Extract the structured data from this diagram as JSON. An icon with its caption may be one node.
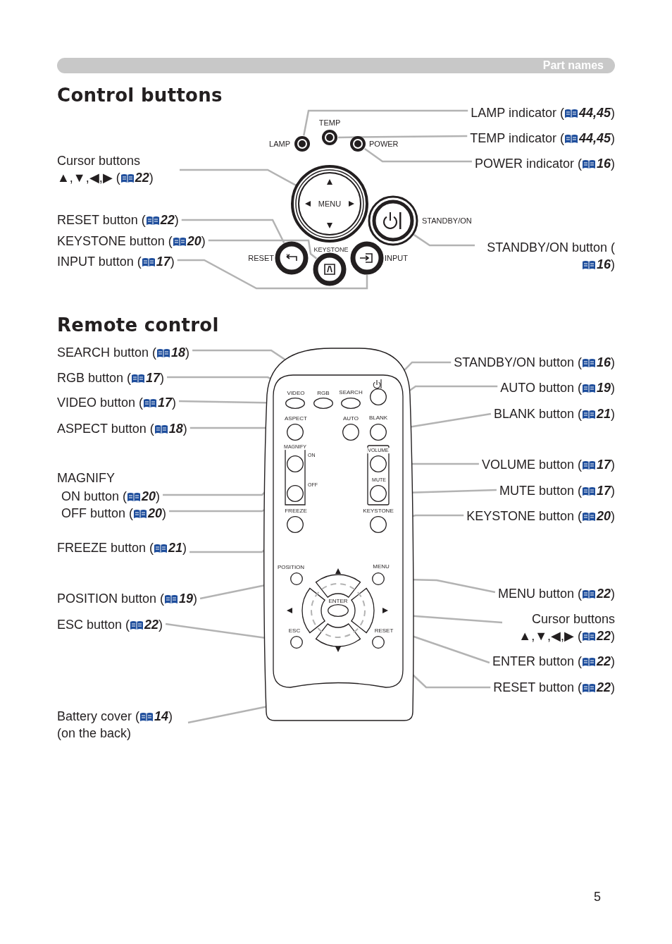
{
  "diagram": {
    "nodes": [
      {
        "text": [
          "Part names"
        ]
      },
      {
        "text": [
          "LAMP indicator (**44,45**)"
        ]
      },
      {
        "text": [
          "TEMP indicator (**44,45**)"
        ]
      },
      {
        "text": [
          "POWER indicator (**16**)"
        ]
      },
      {
        "text": [
          "Cursor buttons ▲,▼,◀,▶ (**22**)"
        ]
      },
      {
        "text": [
          "RESET button (**22**)"
        ]
      },
      {
        "text": [
          "KEYSTONE button (**20**)"
        ]
      },
      {
        "text": [
          "INPUT button (**17**)"
        ]
      },
      {
        "text": [
          "STANDBY/ON button (**16**)"
        ]
      },
      {
        "text": [],
        "shape": "circle"
      },
      {
        "text": [],
        "shape": "circle"
      },
      {
        "text": [],
        "shape": "circle"
      },
      {
        "text": [],
        "shape": "circle"
      },
      {
        "text": [],
        "shape": "circle"
      },
      {
        "text": [],
        "shape": "circle"
      },
      {
        "text": [],
        "shape": "circle"
      },
      {
        "text": [],
        "shape": "circle"
      },
      {
        "text": [
          "SEARCH button (**18**)"
        ]
      },
      {
        "text": [
          "RGB button (**17**)"
        ]
      },
      {
        "text": [
          "VIDEO button (**17**)"
        ]
      },
      {
        "text": [
          "ASPECT button (**18**)"
        ]
      },
      {
        "text": [
          "ON button (**20**)"
        ]
      },
      {
        "text": [
          "OFF button (**20**)"
        ]
      },
      {
        "text": [
          "FREEZE button (**21**)"
        ]
      },
      {
        "text": [
          "POSITION button (**19**)"
        ]
      },
      {
        "text": [
          "ESC button (**22**)"
        ]
      },
      {
        "text": [
          "Battery cover (**14**) (on the back)"
        ]
      },
      {
        "text": [
          "STANDBY/ON button (**16**)"
        ]
      },
      {
        "text": [
          "AUTO button (**19**)"
        ]
      },
      {
        "text": [
          "BLANK button (**21**)"
        ]
      },
      {
        "text": [
          "VOLUME button (**17**)"
        ]
      },
      {
        "text": [
          "MUTE button (**17**)"
        ]
      },
      {
        "text": [
          "KEYSTONE button (**20**)"
        ]
      },
      {
        "text": [
          "MENU button (**22**)"
        ]
      },
      {
        "text": [
          "Cursor buttons ▲,▼,◀,▶ (**22**)"
        ]
      },
      {
        "text": [
          "ENTER button (**22**)"
        ]
      },
      {
        "text": [
          "RESET button (**22**)"
        ]
      },
      {
        "text": [],
        "shape": "box"
      },
      {
        "text": [],
        "shape": "oval",
        "in": 37
      },
      {
        "text": [],
        "shape": "oval",
        "in": 37
      },
      {
        "text": [],
        "shape": "oval",
        "in": 37
      },
      {
        "text": [],
        "shape": "circle",
        "in": 37
      },
      {
        "text": [],
        "shape": "circle",
        "in": 37
      },
      {
        "text": [],
        "shape": "circle",
        "in": 37
      },
      {
        "text": [],
        "shape": "circle",
        "in": 37
      },
      {
        "text": [],
        "shape": "circle",
        "in": 37
      },
      {
        "text": [],
        "shape": "circle",
        "in": 37
      },
      {
        "text": [],
        "shape": "circle",
        "in": 37
      },
      {
        "text": [],
        "shape": "circle",
        "in": 37
      },
      {
        "text": [],
        "shape": "circle",
        "in": 37
      },
      {
        "text": [],
        "shape": "circle",
        "in": 37
      },
      {
        "text": [],
        "shape": "circle",
        "in": 37
      },
      {
        "text": [],
        "shape": "circle",
        "in": 37
      },
      {
        "text": [],
        "shape": "circle",
        "in": 37
      },
      {
        "text": [],
        "shape": "oval",
        "in": 53
      },
      {
        "text": [],
        "shape": "circle",
        "in": 37
      },
      {
        "text": [],
        "shape": "circle",
        "in": 37
      }
    ],
    "edges": [
      {
        "from": 1,
        "to": 9,
        "arrow": "none"
      },
      {
        "from": 2,
        "to": 10,
        "arrow": "none"
      },
      {
        "from": 3,
        "to": 11,
        "arrow": "none"
      },
      {
        "from": 4,
        "to": 12,
        "arrow": "none"
      },
      {
        "from": 5,
        "to": 13,
        "arrow": "none"
      },
      {
        "from": 6,
        "to": 14,
        "arrow": "none"
      },
      {
        "from": 7,
        "to": 15,
        "arrow": "none"
      },
      {
        "from": 8,
        "to": 16,
        "arrow": "none"
      },
      {
        "from": 17,
        "to": 40,
        "arrow": "none"
      },
      {
        "from": 18,
        "to": 39,
        "arrow": "none"
      },
      {
        "from": 19,
        "to": 38,
        "arrow": "none"
      },
      {
        "from": 20,
        "to": 42,
        "arrow": "none"
      },
      {
        "from": 21,
        "to": 45,
        "arrow": "none"
      },
      {
        "from": 22,
        "to": 46,
        "arrow": "none"
      },
      {
        "from": 23,
        "to": 49,
        "arrow": "none"
      },
      {
        "from": 24,
        "to": 51,
        "arrow": "none"
      },
      {
        "from": 25,
        "to": 55,
        "arrow": "none"
      },
      {
        "from": 26,
        "to": null,
        "arrow": "none",
        "style": "dashed"
      },
      {
        "from": 27,
        "to": 41,
        "arrow": "none"
      },
      {
        "from": 28,
        "to": 43,
        "arrow": "none"
      },
      {
        "from": 29,
        "to": 44,
        "arrow": "none"
      },
      {
        "from": 30,
        "to": 47,
        "arrow": "none"
      },
      {
        "from": 31,
        "to": 48,
        "arrow": "none"
      },
      {
        "from": 32,
        "to": 50,
        "arrow": "none"
      },
      {
        "from": 33,
        "to": 52,
        "arrow": "none"
      },
      {
        "from": 34,
        "to": 53,
        "arrow": "none"
      },
      {
        "from": 35,
        "to": 54,
        "arrow": "none"
      },
      {
        "from": 36,
        "to": 56,
        "arrow": "none"
      }
    ],
    "labels": [
      "Control buttons",
      "TEMP",
      "LAMP",
      "POWER",
      "MENU",
      "STANDBY/ON",
      "RESET",
      "KEYSTONE",
      "INPUT",
      "Remote control",
      "MAGNIFY",
      "VIDEO",
      "RGB",
      "SEARCH",
      "ASPECT",
      "AUTO",
      "BLANK",
      "MAGNIFY",
      "ON",
      "VOLUME",
      "OFF",
      "MUTE",
      "FREEZE",
      "KEYSTONE",
      "POSITION",
      "MENU",
      "ENTER",
      "ESC",
      "RESET",
      "5"
    ]
  }
}
